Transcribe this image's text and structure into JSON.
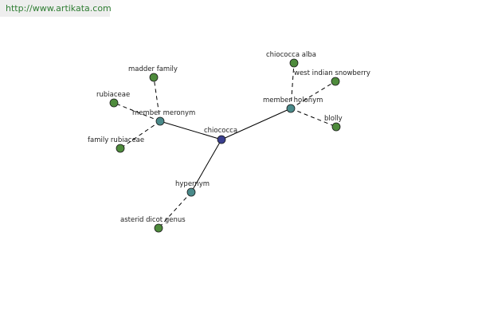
{
  "watermark": {
    "url": "http://www.artikata.com"
  },
  "colors": {
    "center": "#3a3f8f",
    "relation": "#4a8a8a",
    "leaf": "#4e8b3c",
    "edge": "#000000"
  },
  "graph": {
    "nodes": [
      {
        "id": "chiococca",
        "label": "chiococca",
        "kind": "center"
      },
      {
        "id": "member-meronym",
        "label": "member meronym",
        "kind": "relation"
      },
      {
        "id": "member-holonym",
        "label": "member holonym",
        "kind": "relation"
      },
      {
        "id": "hypernym",
        "label": "hypernym",
        "kind": "relation"
      },
      {
        "id": "madder-family",
        "label": "madder family",
        "kind": "leaf"
      },
      {
        "id": "rubiaceae",
        "label": "rubiaceae",
        "kind": "leaf"
      },
      {
        "id": "family-rubiaceae",
        "label": "family rubiaceae",
        "kind": "leaf"
      },
      {
        "id": "chiococca-alba",
        "label": "chiococca alba",
        "kind": "leaf"
      },
      {
        "id": "west-indian-snowberry",
        "label": "west indian snowberry",
        "kind": "leaf"
      },
      {
        "id": "blolly",
        "label": "blolly",
        "kind": "leaf"
      },
      {
        "id": "asterid-dicot-genus",
        "label": "asterid dicot genus",
        "kind": "leaf"
      }
    ],
    "edges": [
      {
        "from": "chiococca",
        "to": "member-meronym",
        "style": "solid"
      },
      {
        "from": "chiococca",
        "to": "member-holonym",
        "style": "solid"
      },
      {
        "from": "chiococca",
        "to": "hypernym",
        "style": "solid"
      },
      {
        "from": "member-meronym",
        "to": "madder-family",
        "style": "dashed"
      },
      {
        "from": "member-meronym",
        "to": "rubiaceae",
        "style": "dashed"
      },
      {
        "from": "member-meronym",
        "to": "family-rubiaceae",
        "style": "dashed"
      },
      {
        "from": "member-holonym",
        "to": "chiococca-alba",
        "style": "dashed"
      },
      {
        "from": "member-holonym",
        "to": "west-indian-snowberry",
        "style": "dashed"
      },
      {
        "from": "member-holonym",
        "to": "blolly",
        "style": "dashed"
      },
      {
        "from": "hypernym",
        "to": "asterid-dicot-genus",
        "style": "dashed"
      }
    ]
  }
}
